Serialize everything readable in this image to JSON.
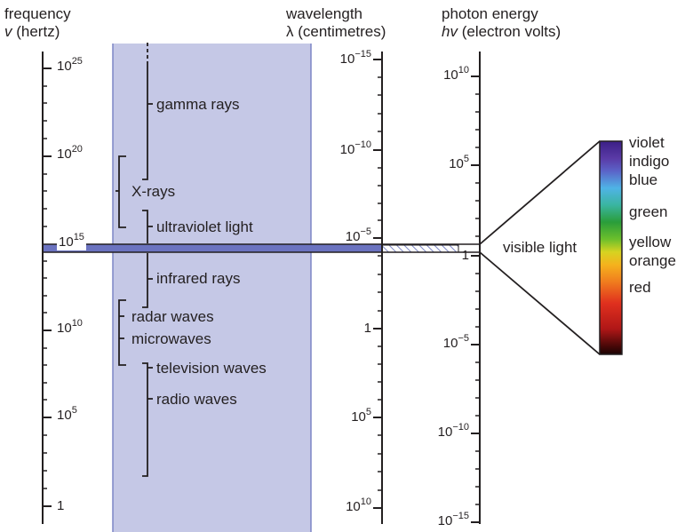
{
  "headers": {
    "frequency": {
      "title": "frequency",
      "unit_symbol": "v",
      "unit": "(hertz)"
    },
    "wavelength": {
      "title": "wavelength",
      "unit_symbol": "λ",
      "unit": "(centimetres)"
    },
    "energy": {
      "title": "photon energy",
      "unit_symbol": "hv",
      "unit": "(electron volts)"
    }
  },
  "frequency_ticks": [
    {
      "base": "10",
      "exp": "25"
    },
    {
      "base": "10",
      "exp": "20"
    },
    {
      "base": "10",
      "exp": "15"
    },
    {
      "base": "10",
      "exp": "10"
    },
    {
      "base": "10",
      "exp": "5"
    },
    {
      "base": "1",
      "exp": ""
    }
  ],
  "wavelength_ticks": [
    {
      "base": "10",
      "exp": "−15"
    },
    {
      "base": "10",
      "exp": "−10"
    },
    {
      "base": "10",
      "exp": "−5"
    },
    {
      "base": "1",
      "exp": ""
    },
    {
      "base": "10",
      "exp": "5"
    },
    {
      "base": "10",
      "exp": "10"
    }
  ],
  "energy_ticks": [
    {
      "base": "10",
      "exp": "10"
    },
    {
      "base": "10",
      "exp": "5"
    },
    {
      "base": "1",
      "exp": ""
    },
    {
      "base": "10",
      "exp": "−5"
    },
    {
      "base": "10",
      "exp": "−10"
    },
    {
      "base": "10",
      "exp": "−15"
    }
  ],
  "bands": {
    "gamma": "gamma rays",
    "xrays": "X-rays",
    "ultraviolet": "ultraviolet light",
    "infrared": "infrared rays",
    "radar": "radar waves",
    "microwaves": "microwaves",
    "television": "television waves",
    "radio": "radio waves"
  },
  "visible_light_label": "visible light",
  "visible_colors": [
    "violet",
    "indigo",
    "blue",
    "green",
    "yellow",
    "orange",
    "red"
  ],
  "colors": {
    "band_fill": "#c5c8e6",
    "band_edge": "#7d86c5",
    "visible_strip": "#6b73c0",
    "axis": "#231f20"
  }
}
